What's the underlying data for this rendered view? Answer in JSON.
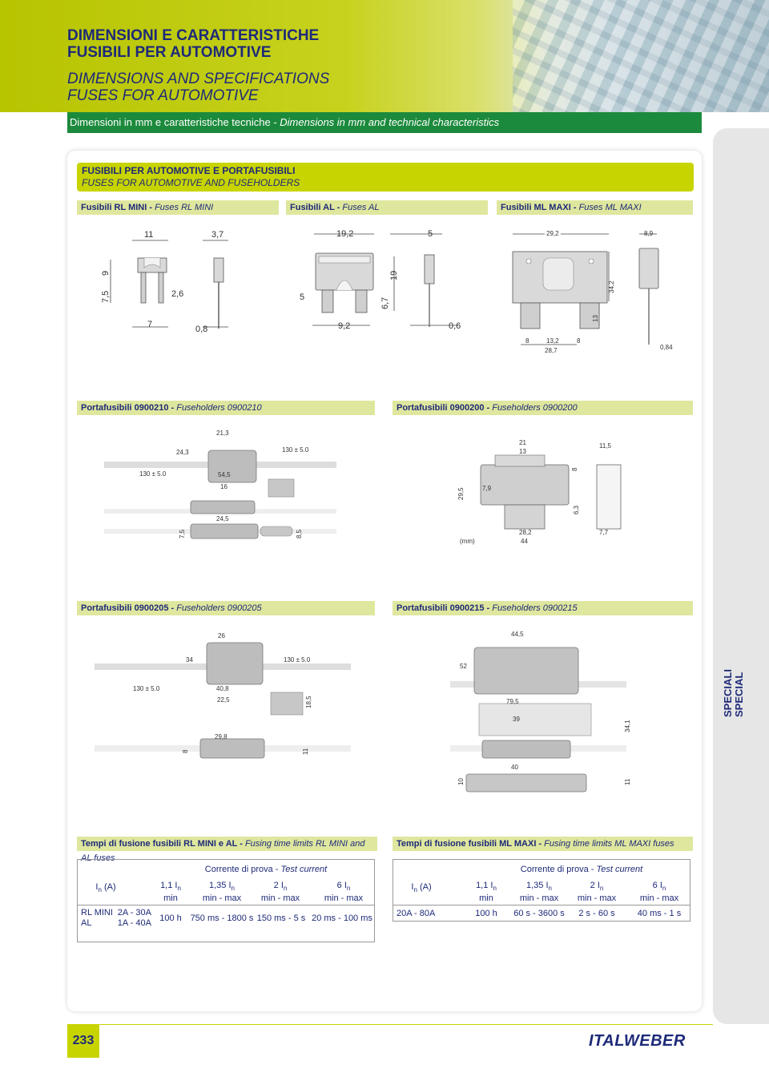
{
  "header": {
    "title_it_1": "DIMENSIONI E CARATTERISTICHE",
    "title_it_2": "FUSIBILI PER AUTOMOTIVE",
    "title_en_1": "DIMENSIONS AND SPECIFICATIONS",
    "title_en_2": "FUSES FOR AUTOMOTIVE",
    "subtitle_it": "Dimensioni in mm e caratteristiche tecniche - ",
    "subtitle_en": "Dimensions in mm and technical characteristics"
  },
  "side_tab": {
    "line1": "SPECIALI",
    "line2": "SPECIAL"
  },
  "section": {
    "title_it": "FUSIBILI PER AUTOMOTIVE E PORTAFUSIBILI",
    "title_en": "FUSES FOR AUTOMOTIVE AND FUSEHOLDERS"
  },
  "fuses": {
    "rl_mini": {
      "label_it": "Fusibili RL MINI - ",
      "label_en": "Fuses RL MINI",
      "dims": [
        "11",
        "3,7",
        "9",
        "7,5",
        "2,6",
        "7",
        "0,8"
      ]
    },
    "al": {
      "label_it": "Fusibili AL - ",
      "label_en": "Fuses AL",
      "dims": [
        "19,2",
        "5",
        "19",
        "5",
        "6,7",
        "9,2",
        "0,6"
      ]
    },
    "ml_maxi": {
      "label_it": "Fusibili ML MAXI - ",
      "label_en": "Fuses ML MAXI",
      "dims": [
        "29,2",
        "8,9",
        "34,2",
        "13",
        "8",
        "13,2",
        "8",
        "28,7",
        "0,84"
      ]
    }
  },
  "holders": {
    "h0900210": {
      "label_it": "Portafusibili 0900210 - ",
      "label_en": "Fuseholders 0900210",
      "dims": [
        "21,3",
        "24,3",
        "130 ± 5.0",
        "130 ± 5.0",
        "54,5",
        "16",
        "24,5",
        "7,5",
        "8,5"
      ]
    },
    "h0900200": {
      "label_it": "Portafusibili 0900200 - ",
      "label_en": "Fuseholders 0900200",
      "dims": [
        "21",
        "13",
        "11,5",
        "8",
        "29,5",
        "7,9",
        "6,3",
        "28,2",
        "44",
        "7,7",
        "(mm)"
      ]
    },
    "h0900205": {
      "label_it": "Portafusibili 0900205 - ",
      "label_en": "Fuseholders 0900205",
      "dims": [
        "26",
        "34",
        "130 ± 5.0",
        "130 ± 5.0",
        "40,8",
        "22,5",
        "18,5",
        "29,8",
        "8",
        "11"
      ]
    },
    "h0900215": {
      "label_it": "Portafusibili 0900215 - ",
      "label_en": "Fuseholders 0900215",
      "dims": [
        "44,5",
        "52",
        "79,5",
        "39",
        "34,1",
        "40",
        "10",
        "11"
      ]
    }
  },
  "tables": {
    "left": {
      "title_it": "Tempi di fusione fusibili RL MINI e AL - ",
      "title_en": "Fusing time limits RL MINI and AL fuses",
      "group_it": "Corrente di prova - ",
      "group_en": "Test current",
      "col_in": "I",
      "col_in_sub": "n",
      "col_in_unit": " (A)",
      "cols": [
        {
          "factor": "1,1 I",
          "sub": "n",
          "unit": "min"
        },
        {
          "factor": "1,35 I",
          "sub": "n",
          "unit": "min - max"
        },
        {
          "factor": "2 I",
          "sub": "n",
          "unit": "min - max"
        },
        {
          "factor": "6 I",
          "sub": "n",
          "unit": "min - max"
        }
      ],
      "rows": [
        {
          "type1": "RL MINI",
          "range1": "2A - 30A",
          "type2": "AL",
          "range2": "1A - 40A",
          "values": [
            "100 h",
            "750 ms - 1800 s",
            "150 ms - 5 s",
            "20 ms - 100 ms"
          ]
        }
      ]
    },
    "right": {
      "title_it": "Tempi di fusione fusibili ML MAXI - ",
      "title_en": "Fusing time limits ML MAXI fuses",
      "group_it": "Corrente di prova - ",
      "group_en": "Test current",
      "col_in": "I",
      "col_in_sub": "n",
      "col_in_unit": " (A)",
      "cols": [
        {
          "factor": "1,1 I",
          "sub": "n",
          "unit": "min"
        },
        {
          "factor": "1,35 I",
          "sub": "n",
          "unit": "min - max"
        },
        {
          "factor": "2 I",
          "sub": "n",
          "unit": "min - max"
        },
        {
          "factor": "6 I",
          "sub": "n",
          "unit": "min - max"
        }
      ],
      "rows": [
        {
          "range": "20A - 80A",
          "values": [
            "100 h",
            "60 s - 3600 s",
            "2 s - 60 s",
            "40 ms - 1 s"
          ]
        }
      ]
    }
  },
  "footer": {
    "page_number": "233",
    "brand": "ITALWEBER"
  },
  "colors": {
    "accent_lime": "#c8d400",
    "brand_blue": "#1e2a78",
    "green": "#1c8a3c"
  }
}
